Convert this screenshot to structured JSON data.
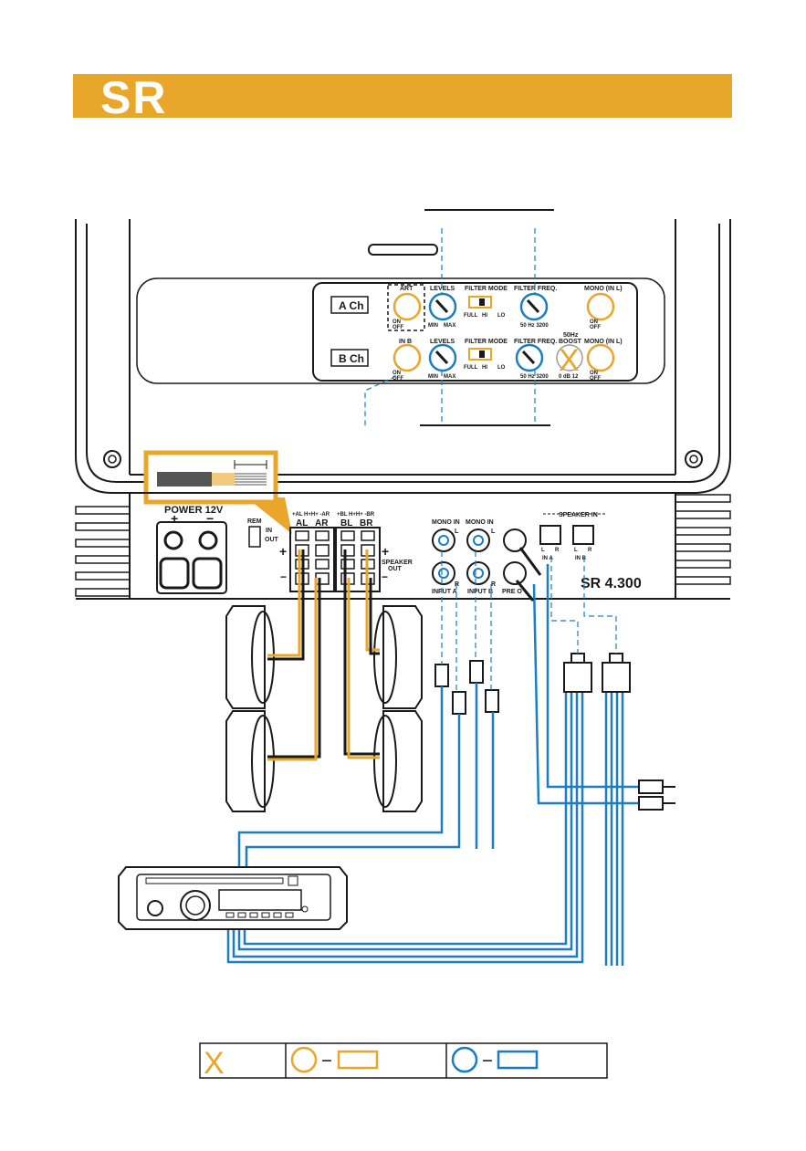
{
  "brand": {
    "logo_text": "SR",
    "accent_color": "#E8A72A"
  },
  "colors": {
    "orange": "#E8A72A",
    "blue": "#1A7FC1",
    "dark": "#1a1a1a"
  },
  "panel": {
    "a_ch": "A Ch",
    "b_ch": "B Ch",
    "art": "ART",
    "in_b": "IN B",
    "levels": "LEVELS",
    "filter_mode": "FILTER MODE",
    "filter_freq": "FILTER FREQ.",
    "mono_in_l": "MONO (IN L)",
    "boost_50": "50Hz",
    "boost": "BOOST",
    "on": "ON",
    "off": "OFF",
    "min": "MIN",
    "max": "MAX",
    "full": "FULL",
    "hi": "HI",
    "lo": "LO",
    "freq_range": "50 Hz 3200",
    "boost_range": "0 dB 12"
  },
  "amp": {
    "power": "POWER 12V",
    "plus": "+",
    "minus": "−",
    "rem": "REM",
    "in": "IN",
    "out": "OUT",
    "ab_top": "+AL H+H+ -AR",
    "al": "AL",
    "ar": "AR",
    "bl_top": "+BL H+H+ -BR",
    "bl": "BL",
    "br": "BR",
    "speaker_out_1": "SPEAKER",
    "speaker_out_2": "OUT",
    "mono_in_1": "MONO IN",
    "mono_in_2": "MONO IN",
    "l": "L",
    "r": "R",
    "input_a": "INPUT A",
    "input_b": "INPUT B",
    "pre_out": "PRE O",
    "speaker_in": "SPEAKER IN",
    "in_a": "IN A",
    "in_b": "IN B",
    "model": "SR 4.300"
  },
  "legend": {
    "x": "X"
  }
}
